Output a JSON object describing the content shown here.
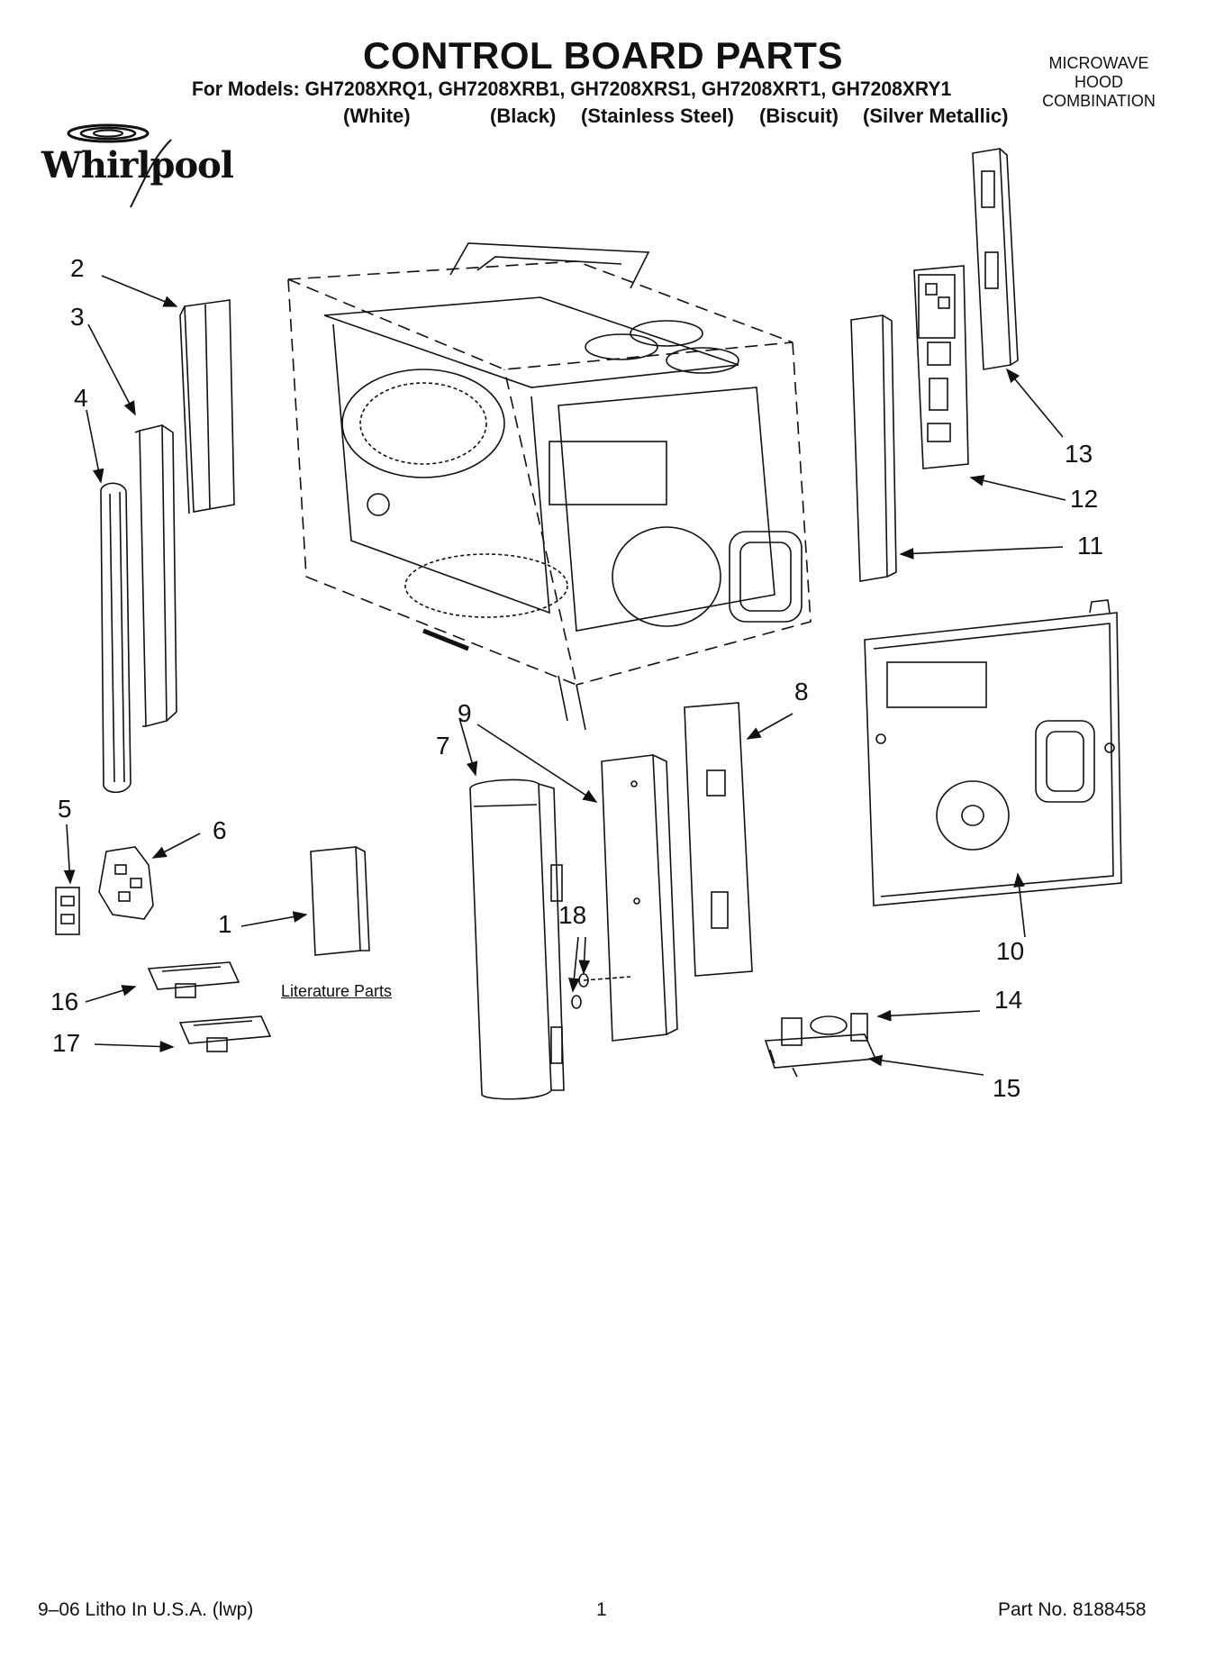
{
  "header": {
    "title": "CONTROL BOARD PARTS",
    "models_line": "For Models: GH7208XRQ1, GH7208XRB1, GH7208XRS1, GH7208XRT1, GH7208XRY1",
    "colors": [
      "(White)",
      "(Black)",
      "(Stainless Steel)",
      "(Biscuit)",
      "(Silver Metallic)"
    ],
    "category": [
      "MICROWAVE",
      "HOOD",
      "COMBINATION"
    ],
    "brand": "Whirlpool"
  },
  "callouts": {
    "c1": "1",
    "c2": "2",
    "c3": "3",
    "c4": "4",
    "c5": "5",
    "c6": "6",
    "c7": "7",
    "c8": "8",
    "c9": "9",
    "c10": "10",
    "c11": "11",
    "c12": "12",
    "c13": "13",
    "c14": "14",
    "c15": "15",
    "c16": "16",
    "c17": "17",
    "c18": "18"
  },
  "literature_label": "Literature Parts",
  "footer": {
    "litho": "9–06 Litho In U.S.A. (lwp)",
    "page": "1",
    "part_no": "Part No. 8188458"
  }
}
